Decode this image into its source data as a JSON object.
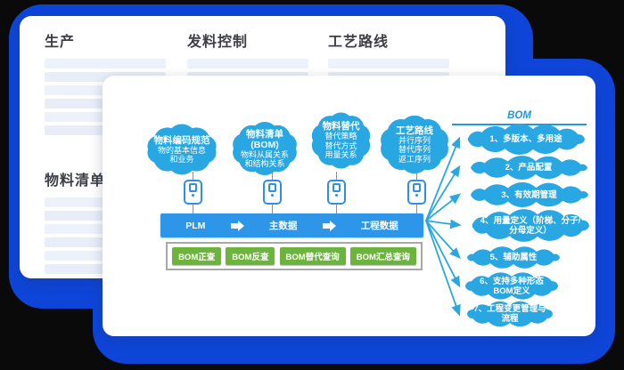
{
  "back_card": {
    "columns": [
      {
        "title": "生产"
      },
      {
        "title": "发料控制"
      },
      {
        "title": "工艺路线"
      }
    ],
    "bottom": {
      "title": "物料清单"
    }
  },
  "front_card": {
    "source_clouds": [
      {
        "lines": [
          "物料编码规范",
          "物的基本信息",
          "和业务"
        ]
      },
      {
        "lines": [
          "物料清单",
          "(BOM)",
          "物料从属关系",
          "和结构关系"
        ]
      },
      {
        "lines": [
          "物料替代",
          "替代策略",
          "替代方式",
          "用量关系"
        ]
      },
      {
        "lines": [
          "工艺路线",
          "并行序列",
          "替代序列",
          "返工序列"
        ]
      }
    ],
    "pipeline": {
      "steps": [
        "PLM",
        "主数据",
        "工程数据"
      ]
    },
    "query_buttons": [
      "BOM正查",
      "BOM反查",
      "BOM替代查询",
      "BOM汇总查询"
    ],
    "bom_panel": {
      "title": "BOM",
      "features": [
        "1、多版本、多用途",
        "2、产品配置",
        "3、有效期管理",
        "4、用量定义（阶梯、分子/分母定义）",
        "5、辅助属性",
        "6、支持多种形态BOM定义",
        "7、工程变更管理与流程"
      ]
    }
  },
  "colors": {
    "panel_blue": "#0E45D8",
    "cloud_blue": "#29A7E2",
    "pipeline_blue": "#2E96E8",
    "button_green": "#6CB43D",
    "bom_title_blue": "#2196E3"
  }
}
